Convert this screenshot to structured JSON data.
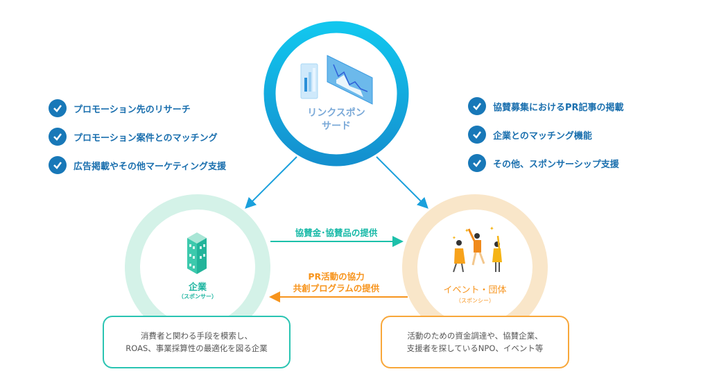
{
  "center": {
    "title_line1": "リンクスポン",
    "title_line2": "サード"
  },
  "left_features": [
    "プロモーション先のリサーチ",
    "プロモーション案件とのマッチング",
    "広告掲載やその他マーケティング支援"
  ],
  "right_features": [
    "協賛募集におけるPR記事の掲載",
    "企業とのマッチング機能",
    "その他、スポンサーシップ支援"
  ],
  "company": {
    "title": "企業",
    "subtitle": "（スポンサー）",
    "desc_line1": "消費者と関わる手段を模索し、",
    "desc_line2": "ROAS、事業採算性の最適化を図る企業"
  },
  "event": {
    "title": "イベント・団体",
    "subtitle": "（スポンシー）",
    "desc_line1": "活動のための資金調達や、協賛企業、",
    "desc_line2": "支援者を探しているNPO、イベント等"
  },
  "flows": {
    "to_event": "協賛金･協賛品の提供",
    "to_company_line1": "PR活動の協力",
    "to_company_line2": "共創プログラムの提供"
  },
  "colors": {
    "blue": "#1aa8e0",
    "teal": "#1cc0aa",
    "orange": "#f7941d",
    "mint": "#d4f2e8",
    "peach": "#f9e6c9"
  }
}
